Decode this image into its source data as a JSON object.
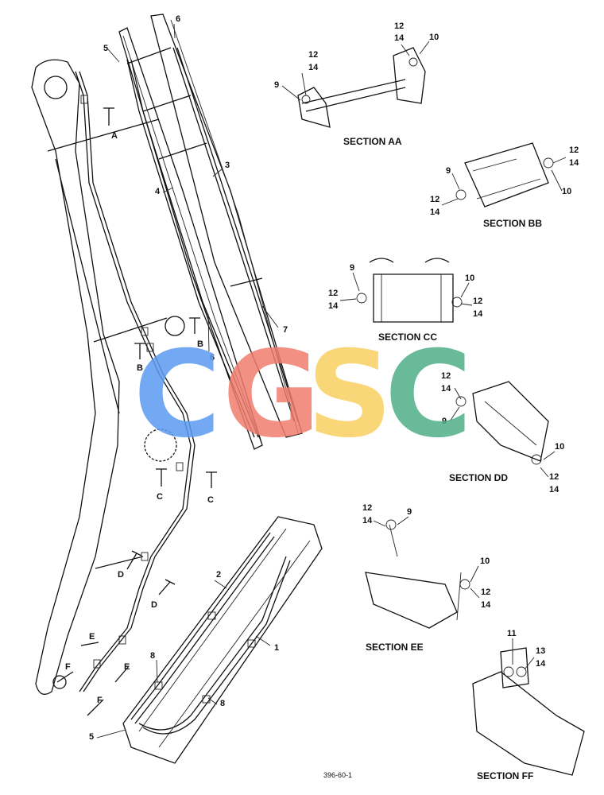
{
  "watermark": {
    "letters": [
      "C",
      "G",
      "S",
      "C"
    ],
    "colors": [
      "#5b9bf0",
      "#f07d6e",
      "#f8d061",
      "#4fae88"
    ]
  },
  "sections": {
    "aa": "SECTION AA",
    "bb": "SECTION BB",
    "cc": "SECTION CC",
    "dd": "SECTION DD",
    "ee": "SECTION EE",
    "ff": "SECTION FF"
  },
  "callouts": {
    "c1": "1",
    "c2": "2",
    "c3": "3",
    "c4": "4",
    "c5a": "5",
    "c5b": "5",
    "c6a": "6",
    "c6b": "6",
    "c7": "7",
    "c8a": "8",
    "c8b": "8",
    "aa_12": "12",
    "aa_14": "14",
    "aa_9": "9",
    "aa_12b": "12",
    "aa_14b": "14",
    "aa_10": "10",
    "bb_9": "9",
    "bb_12": "12",
    "bb_14": "14",
    "bb_12b": "12",
    "bb_14b": "14",
    "bb_10": "10",
    "cc_9": "9",
    "cc_12": "12",
    "cc_14": "14",
    "cc_10": "10",
    "cc_12b": "12",
    "cc_14b": "14",
    "dd_12": "12",
    "dd_14": "14",
    "dd_9": "9",
    "dd_10": "10",
    "dd_12b": "12",
    "dd_14b": "14",
    "ee_12": "12",
    "ee_9": "9",
    "ee_14": "14",
    "ee_10": "10",
    "ee_12b": "12",
    "ee_14b": "14",
    "ff_11": "11",
    "ff_13": "13",
    "ff_14": "14"
  },
  "view_arrows": {
    "a1": "A",
    "b1": "B",
    "b2": "B",
    "c1": "C",
    "c2": "C",
    "d1": "D",
    "d2": "D",
    "e1": "E",
    "e2": "E",
    "f1": "F",
    "f2": "F"
  },
  "figure_ref": "396-60-1"
}
